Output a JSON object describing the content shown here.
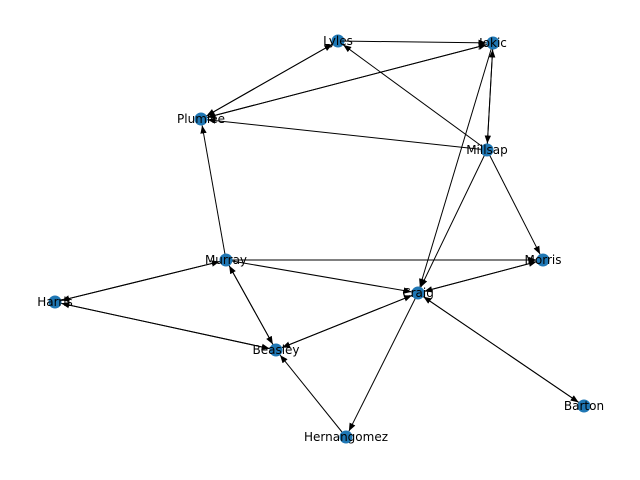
{
  "graph": {
    "node_color": "#1f77b4",
    "edge_color": "#000000",
    "nodes": [
      {
        "id": "lyles",
        "label": "Lyles"
      },
      {
        "id": "jokic",
        "label": "Jokic"
      },
      {
        "id": "plumlee",
        "label": "Plumlee"
      },
      {
        "id": "millsap",
        "label": "Millsap"
      },
      {
        "id": "murray",
        "label": "Murray"
      },
      {
        "id": "morris",
        "label": "Morris"
      },
      {
        "id": "harris",
        "label": "Harris"
      },
      {
        "id": "craig",
        "label": "Craig"
      },
      {
        "id": "beasley",
        "label": "Beasley"
      },
      {
        "id": "barton",
        "label": "Barton"
      },
      {
        "id": "hernangomez",
        "label": "Hernangomez"
      }
    ],
    "edges": [
      {
        "source": "lyles",
        "target": "jokic",
        "arrow": true
      },
      {
        "source": "lyles",
        "target": "plumlee",
        "arrow": true
      },
      {
        "source": "plumlee",
        "target": "lyles",
        "arrow": true
      },
      {
        "source": "plumlee",
        "target": "jokic",
        "arrow": true
      },
      {
        "source": "jokic",
        "target": "plumlee",
        "arrow": true
      },
      {
        "source": "millsap",
        "target": "lyles",
        "arrow": true
      },
      {
        "source": "millsap",
        "target": "jokic",
        "arrow": true
      },
      {
        "source": "jokic",
        "target": "millsap",
        "arrow": true
      },
      {
        "source": "millsap",
        "target": "plumlee",
        "arrow": true
      },
      {
        "source": "millsap",
        "target": "morris",
        "arrow": true
      },
      {
        "source": "millsap",
        "target": "craig",
        "arrow": true
      },
      {
        "source": "jokic",
        "target": "craig",
        "arrow": true
      },
      {
        "source": "murray",
        "target": "plumlee",
        "arrow": true
      },
      {
        "source": "murray",
        "target": "morris",
        "arrow": true
      },
      {
        "source": "murray",
        "target": "harris",
        "arrow": true
      },
      {
        "source": "harris",
        "target": "murray",
        "arrow": true
      },
      {
        "source": "murray",
        "target": "beasley",
        "arrow": true
      },
      {
        "source": "beasley",
        "target": "murray",
        "arrow": true
      },
      {
        "source": "murray",
        "target": "craig",
        "arrow": true
      },
      {
        "source": "craig",
        "target": "morris",
        "arrow": true
      },
      {
        "source": "morris",
        "target": "craig",
        "arrow": true
      },
      {
        "source": "craig",
        "target": "beasley",
        "arrow": true
      },
      {
        "source": "beasley",
        "target": "craig",
        "arrow": true
      },
      {
        "source": "craig",
        "target": "hernangomez",
        "arrow": true
      },
      {
        "source": "craig",
        "target": "barton",
        "arrow": true
      },
      {
        "source": "barton",
        "target": "craig",
        "arrow": true
      },
      {
        "source": "harris",
        "target": "beasley",
        "arrow": true
      },
      {
        "source": "beasley",
        "target": "harris",
        "arrow": true
      },
      {
        "source": "hernangomez",
        "target": "beasley",
        "arrow": true
      }
    ]
  }
}
